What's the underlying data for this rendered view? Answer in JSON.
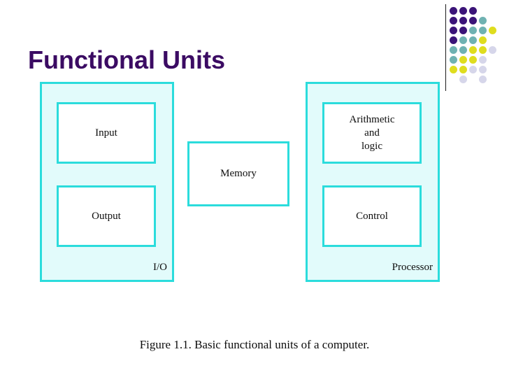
{
  "slide": {
    "title": "Functional Units",
    "caption": "Figure 1.1.  Basic functional units of a computer."
  },
  "colors": {
    "title": "#3B0B63",
    "box_border": "#2BDCDC",
    "panel_fill": "#E2FBFB",
    "box_fill": "#FFFFFF",
    "text": "#0D0D0D",
    "rule": "#1B1B1B",
    "dot_purple": "#3B1478",
    "dot_teal": "#6FB2B2",
    "dot_yellow": "#DFDD1E",
    "dot_lavender": "#D6D6EA"
  },
  "diagram": {
    "io_panel": {
      "label": "I/O",
      "boxes": [
        {
          "name": "input",
          "label": "Input"
        },
        {
          "name": "output",
          "label": "Output"
        }
      ]
    },
    "memory": {
      "label": "Memory"
    },
    "processor_panel": {
      "label": "Processor",
      "boxes": [
        {
          "name": "alu",
          "lines": [
            "Arithmetic",
            "and",
            "logic"
          ]
        },
        {
          "name": "control",
          "label": "Control"
        }
      ]
    },
    "alu_line_1": "Arithmetic",
    "alu_line_2": "and",
    "alu_line_3": "logic"
  },
  "decoration": {
    "dot_grid": {
      "cols": 5,
      "rows": 8,
      "cell": 14,
      "dots": [
        {
          "c": 0,
          "r": 0,
          "color": "#3B1478"
        },
        {
          "c": 1,
          "r": 0,
          "color": "#3B1478"
        },
        {
          "c": 2,
          "r": 0,
          "color": "#3B1478"
        },
        {
          "c": 0,
          "r": 1,
          "color": "#3B1478"
        },
        {
          "c": 1,
          "r": 1,
          "color": "#3B1478"
        },
        {
          "c": 2,
          "r": 1,
          "color": "#3B1478"
        },
        {
          "c": 3,
          "r": 1,
          "color": "#6FB2B2"
        },
        {
          "c": 0,
          "r": 2,
          "color": "#3B1478"
        },
        {
          "c": 1,
          "r": 2,
          "color": "#3B1478"
        },
        {
          "c": 2,
          "r": 2,
          "color": "#6FB2B2"
        },
        {
          "c": 3,
          "r": 2,
          "color": "#6FB2B2"
        },
        {
          "c": 4,
          "r": 2,
          "color": "#DFDD1E"
        },
        {
          "c": 0,
          "r": 3,
          "color": "#3B1478"
        },
        {
          "c": 1,
          "r": 3,
          "color": "#6FB2B2"
        },
        {
          "c": 2,
          "r": 3,
          "color": "#6FB2B2"
        },
        {
          "c": 3,
          "r": 3,
          "color": "#DFDD1E"
        },
        {
          "c": 0,
          "r": 4,
          "color": "#6FB2B2"
        },
        {
          "c": 1,
          "r": 4,
          "color": "#6FB2B2"
        },
        {
          "c": 2,
          "r": 4,
          "color": "#DFDD1E"
        },
        {
          "c": 3,
          "r": 4,
          "color": "#DFDD1E"
        },
        {
          "c": 4,
          "r": 4,
          "color": "#D6D6EA"
        },
        {
          "c": 0,
          "r": 5,
          "color": "#6FB2B2"
        },
        {
          "c": 1,
          "r": 5,
          "color": "#DFDD1E"
        },
        {
          "c": 2,
          "r": 5,
          "color": "#DFDD1E"
        },
        {
          "c": 3,
          "r": 5,
          "color": "#D6D6EA"
        },
        {
          "c": 0,
          "r": 6,
          "color": "#DFDD1E"
        },
        {
          "c": 1,
          "r": 6,
          "color": "#DFDD1E"
        },
        {
          "c": 2,
          "r": 6,
          "color": "#D6D6EA"
        },
        {
          "c": 3,
          "r": 6,
          "color": "#D6D6EA"
        },
        {
          "c": 1,
          "r": 7,
          "color": "#D6D6EA"
        },
        {
          "c": 3,
          "r": 7,
          "color": "#D6D6EA"
        }
      ]
    }
  }
}
